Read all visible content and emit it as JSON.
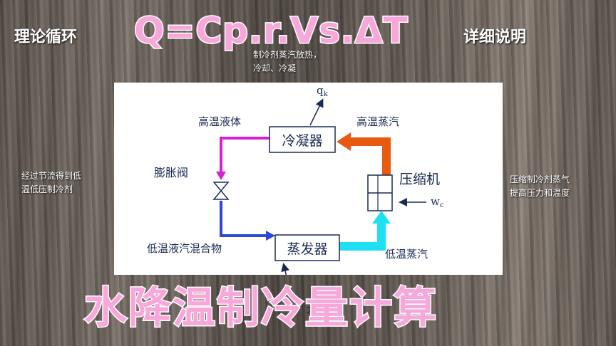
{
  "header": {
    "left": "理论循环",
    "formula": "Q=Cp.r.Vs.ΔT",
    "right": "详细说明"
  },
  "notes": {
    "top": [
      "制冷剂蒸汽放热，",
      "冷却、冷凝"
    ],
    "left": [
      "经过节流得到低",
      "温低压制冷剂"
    ],
    "right": [
      "压缩制冷剂蒸气",
      "提高压力和温度"
    ]
  },
  "diagram": {
    "condenser": "冷凝器",
    "evaporator": "蒸发器",
    "compressor": "压缩机",
    "expansion_valve": "膨胀阀",
    "hot_liquid": "高温液体",
    "hot_vapor": "高温蒸汽",
    "low_mix": "低温液汽混合物",
    "low_vapor": "低温蒸汽",
    "qk": "q",
    "qk_sub": "k",
    "wc": "w",
    "wc_sub": "c"
  },
  "footer": {
    "title": "水降温制冷量计算",
    "peek": "木"
  },
  "colors": {
    "condenser_in": "#e85a10",
    "condenser_out": "#d81fd8",
    "evaporator_in": "#2d48d6",
    "evaporator_out": "#1ee0f0",
    "title_fill": "#f7a7d9"
  }
}
